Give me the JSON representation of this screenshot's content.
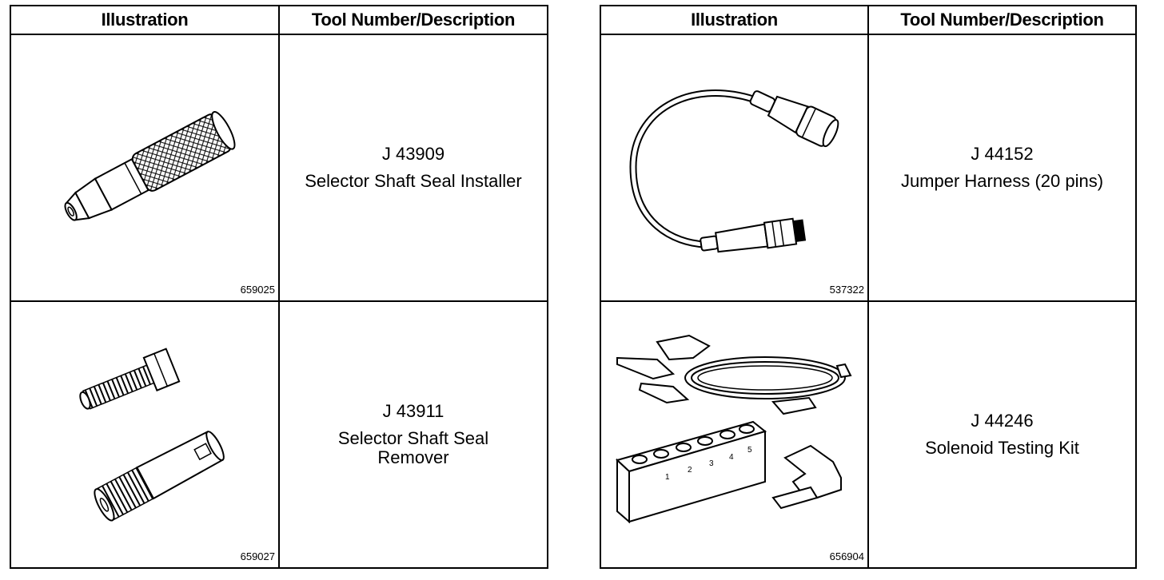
{
  "tables": [
    {
      "headers": {
        "illustration": "Illustration",
        "tool": "Tool Number/Description"
      },
      "rows": [
        {
          "figure_id": "659025",
          "tool_number": "J 43909",
          "description": [
            "Selector Shaft Seal Installer"
          ],
          "icon": "seal-installer-icon"
        },
        {
          "figure_id": "659027",
          "tool_number": "J 43911",
          "description": [
            "Selector Shaft Seal",
            "Remover"
          ],
          "icon": "seal-remover-icon"
        }
      ]
    },
    {
      "headers": {
        "illustration": "Illustration",
        "tool": "Tool Number/Description"
      },
      "rows": [
        {
          "figure_id": "537322",
          "tool_number": "J 44152",
          "description": [
            "Jumper Harness (20 pins)"
          ],
          "icon": "jumper-harness-icon"
        },
        {
          "figure_id": "656904",
          "tool_number": "J 44246",
          "description": [
            "Solenoid Testing Kit"
          ],
          "icon": "solenoid-kit-icon"
        }
      ]
    }
  ],
  "kit_labels": [
    "1",
    "2",
    "3",
    "4",
    "5"
  ]
}
